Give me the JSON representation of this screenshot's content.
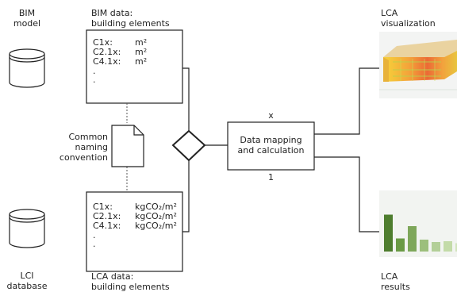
{
  "bim_model": {
    "line1": "BIM",
    "line2": "model"
  },
  "bim_data": {
    "title1": "BIM data:",
    "title2": "building elements",
    "rows": [
      {
        "code": "C1x:",
        "unit": "m²"
      },
      {
        "code": "C2.1x:",
        "unit": "m²"
      },
      {
        "code": "C4.1x:",
        "unit": "m²"
      }
    ],
    "ellipsis": [
      ".",
      "."
    ]
  },
  "naming": {
    "line1": "Common",
    "line2": "naming",
    "line3": "convention"
  },
  "lca_data": {
    "title1": "LCA data:",
    "title2": "building elements",
    "rows": [
      {
        "code": "C1x:",
        "unit": "kgCO₂/m²"
      },
      {
        "code": "C2.1x:",
        "unit": "kgCO₂/m²"
      },
      {
        "code": "C4.1x:",
        "unit": "kgCO₂/m²"
      }
    ],
    "ellipsis": [
      ".",
      "."
    ]
  },
  "lci_database": {
    "line1": "LCI",
    "line2": "database"
  },
  "mapping": {
    "line1": "Data mapping",
    "line2": "and calculation",
    "top": "x",
    "bottom": "1"
  },
  "lca_visualization": {
    "line1": "LCA",
    "line2": "visualization"
  },
  "lca_results": {
    "line1": "LCA",
    "line2": "results"
  },
  "results_bars": {
    "values": [
      0.93,
      0.33,
      0.64,
      0.3,
      0.24,
      0.26,
      0.21
    ],
    "colors": [
      "#4e7d2e",
      "#6a9a45",
      "#7ea75a",
      "#9cbf7c",
      "#b3cf98",
      "#c3dba8",
      "#d2e4bd"
    ]
  }
}
